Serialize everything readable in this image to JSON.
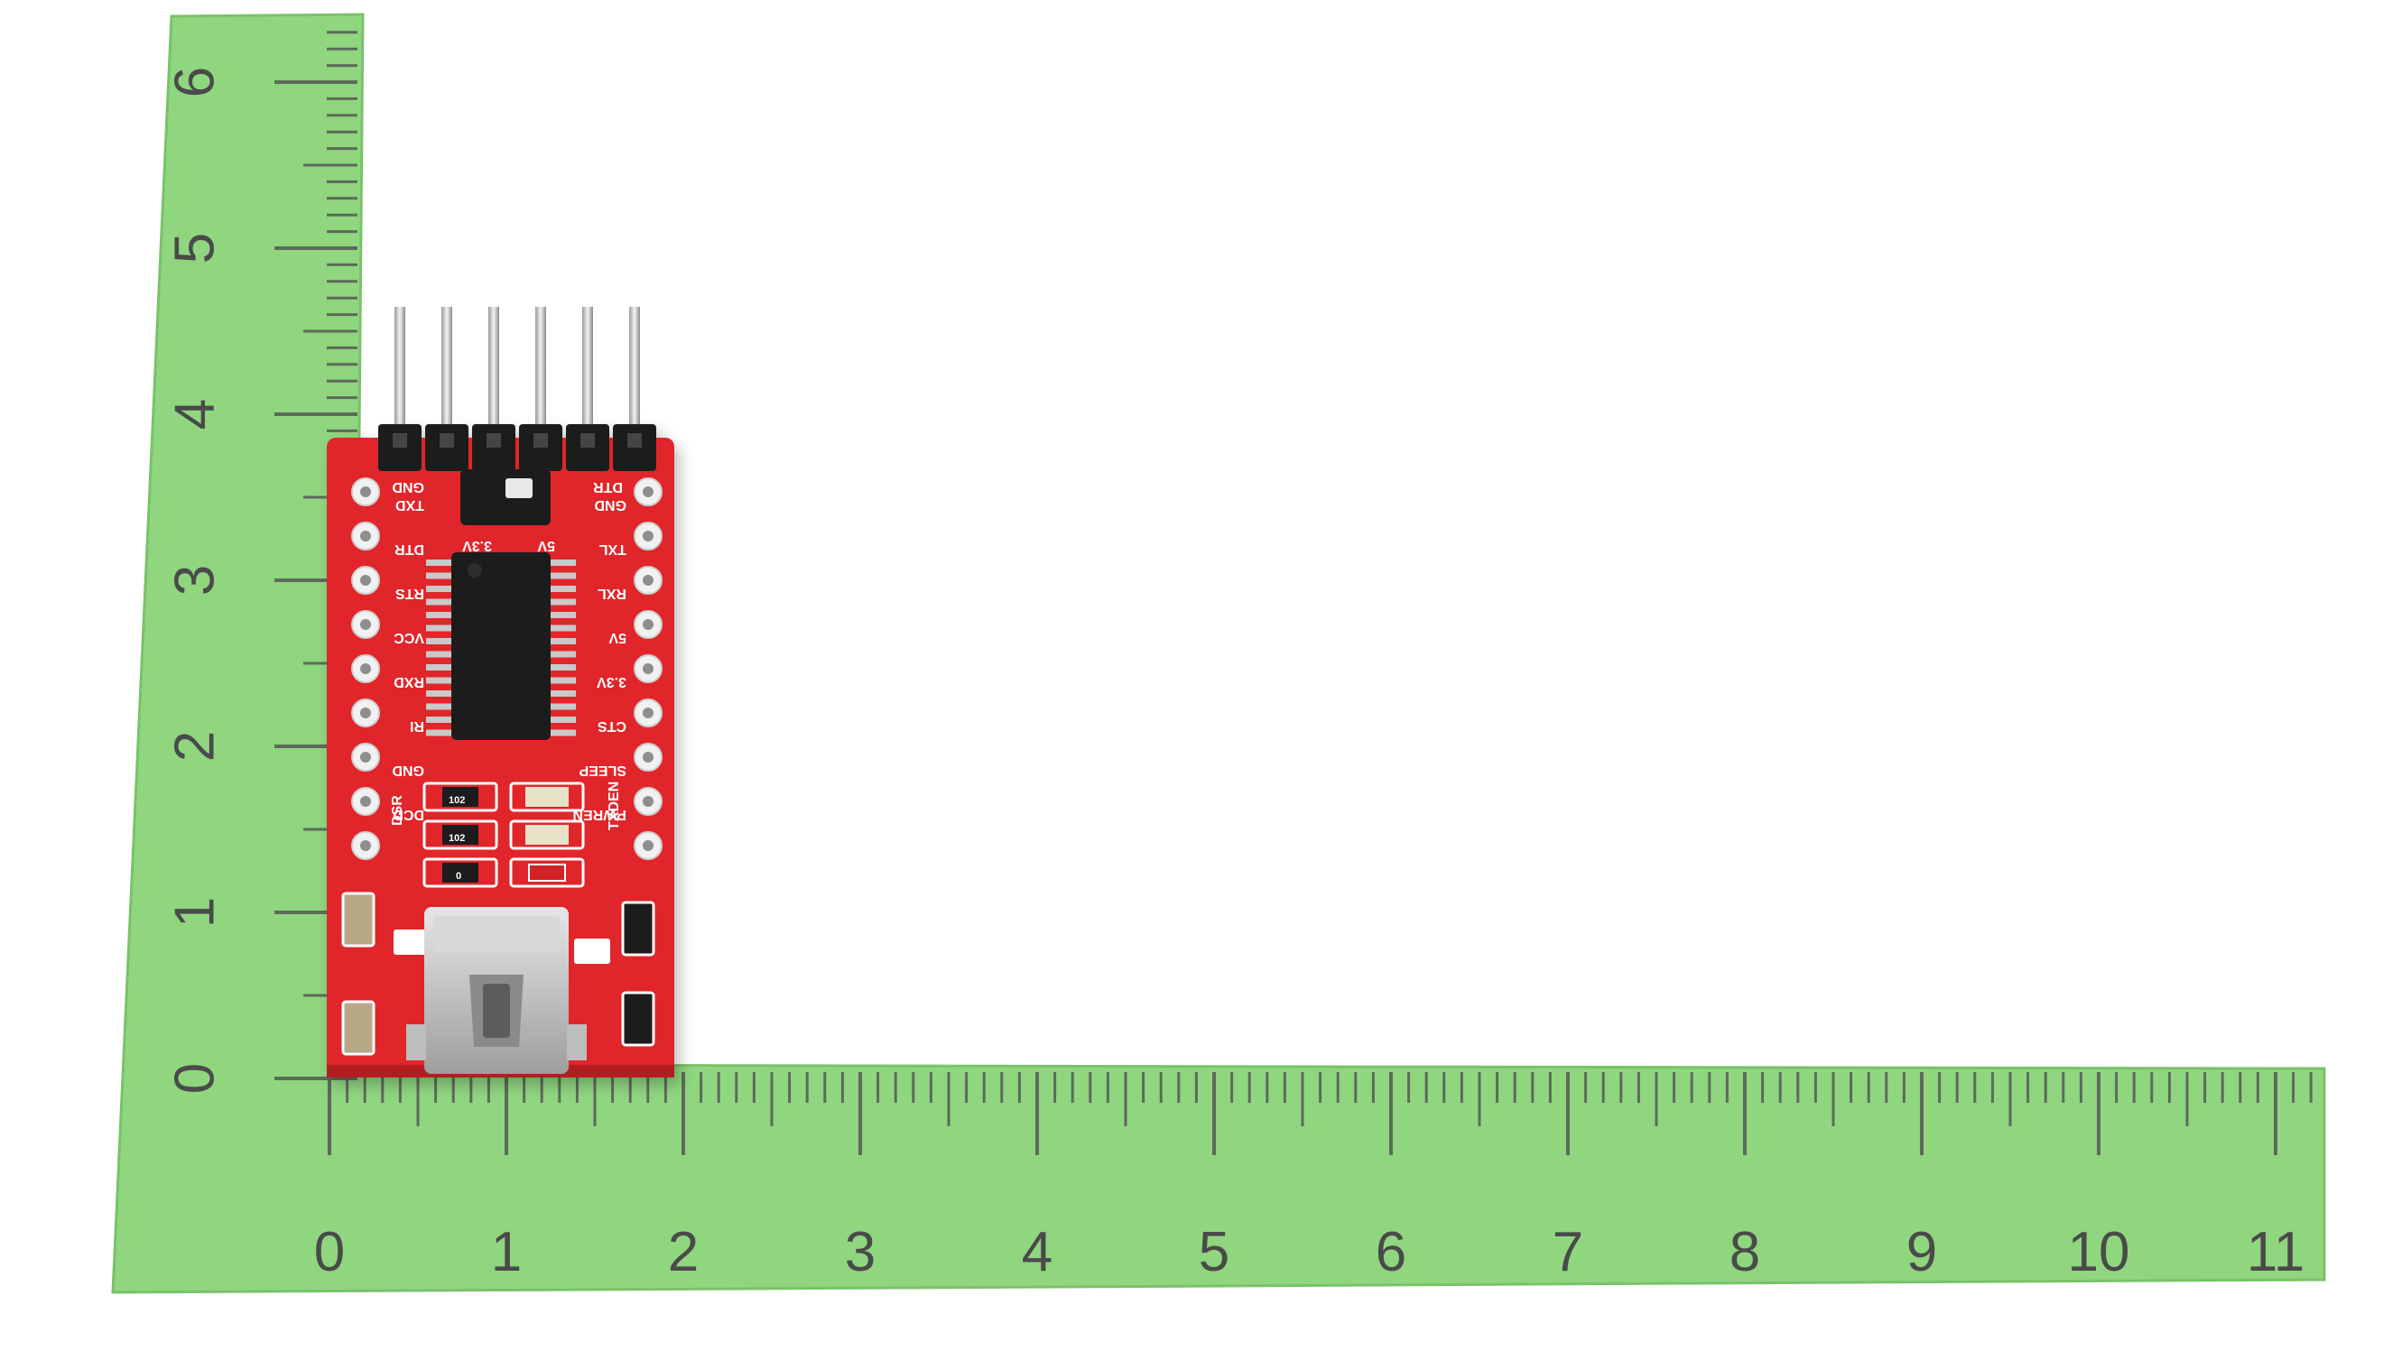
{
  "colors": {
    "ruler": "#8fd67f",
    "ruler_edge": "#79c26a",
    "tick": "#5e6a5a",
    "pcb": "#e0262b",
    "pcb_dark": "#b51c22",
    "pad": "#f1f1f1",
    "chip": "#1a1a1a",
    "usb": "#c9c9c9"
  },
  "ruler_x": {
    "labels": [
      "0",
      "1",
      "2",
      "3",
      "4",
      "5",
      "6",
      "7",
      "8",
      "9",
      "10",
      "11"
    ]
  },
  "ruler_y": {
    "labels": [
      "0",
      "1",
      "2",
      "3",
      "4",
      "5",
      "6"
    ]
  },
  "board": {
    "left_labels": [
      "TXD",
      "DTR",
      "RTS",
      "VCC",
      "RXD",
      "RI",
      "GND",
      "DCD"
    ],
    "right_labels": [
      "GND",
      "TXL",
      "RXL",
      "5V",
      "3.3V",
      "CTS",
      "SLEEP",
      "PWREN"
    ],
    "header_labels": [
      "GND",
      "DTR"
    ],
    "jumper_labels": [
      "3.3V",
      "5V"
    ],
    "misc_labels": [
      "DSR",
      "TXDEN"
    ],
    "resistor_labels": [
      "102",
      "102",
      "0"
    ]
  }
}
